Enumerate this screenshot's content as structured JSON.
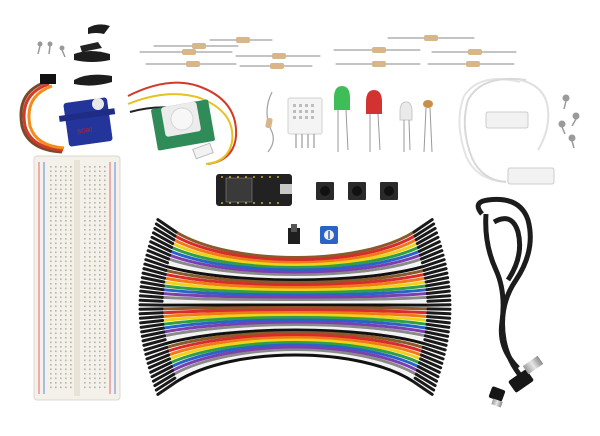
{
  "image": {
    "kind": "product-photo",
    "background": "#ffffff",
    "items": [
      "servo-horns-and-screws",
      "micro-servo",
      "pir-motion-sensor",
      "resistors",
      "temperature-humidity-sensor",
      "green-led",
      "red-led",
      "clear-led",
      "photoresistor",
      "door-magnetic-switch",
      "screws",
      "wifi-microcontroller-board",
      "tactile-buttons",
      "slide-switch",
      "potentiometer",
      "breadboard",
      "jumper-wire-bundle",
      "usb-cable"
    ]
  },
  "palette": {
    "servo_blue": "#23349a",
    "pcb_green": "#2f8b57",
    "pcb_black": "#222222",
    "led_green": "#2fb84a",
    "led_red": "#d02020",
    "wire_orange": "#f28c1d",
    "wire_red": "#d23a2a",
    "wire_brown": "#7a4b2a",
    "wire_yellow": "#e6c21c",
    "rainbow": [
      "#8b5a2b",
      "#d82b2b",
      "#f07a1a",
      "#f0d21c",
      "#2f9e44",
      "#2a63c8",
      "#7b3fb0",
      "#8a8a8a",
      "#f2f2f2",
      "#111111"
    ]
  }
}
